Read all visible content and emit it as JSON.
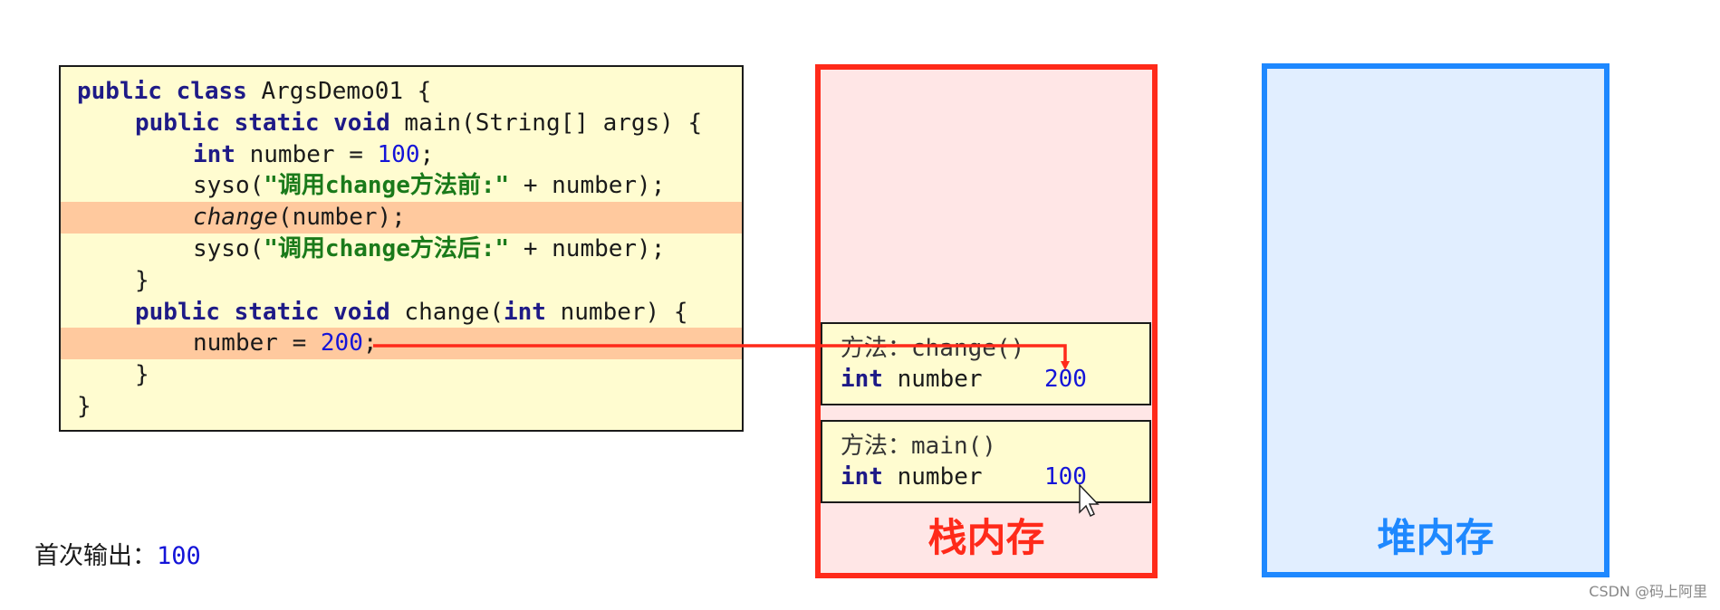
{
  "code": {
    "lines": [
      {
        "segs": [
          [
            "kw",
            "public class "
          ],
          [
            "t",
            "ArgsDemo01 {"
          ]
        ],
        "indent": 0,
        "hl": false
      },
      {
        "segs": [
          [
            "kw",
            "public static void "
          ],
          [
            "t",
            "main(String[] args) {"
          ]
        ],
        "indent": 1,
        "hl": false
      },
      {
        "segs": [
          [
            "kw",
            "int "
          ],
          [
            "t",
            "number = "
          ],
          [
            "num",
            "100"
          ],
          [
            "t",
            ";"
          ]
        ],
        "indent": 2,
        "hl": false
      },
      {
        "segs": [
          [
            "t",
            "syso("
          ],
          [
            "str",
            "\"调用change方法前:\""
          ],
          [
            "t",
            " + number);"
          ]
        ],
        "indent": 2,
        "hl": false
      },
      {
        "segs": [
          [
            "it",
            "change"
          ],
          [
            "t",
            "(number);"
          ]
        ],
        "indent": 2,
        "hl": true
      },
      {
        "segs": [
          [
            "t",
            "syso("
          ],
          [
            "str",
            "\"调用change方法后:\""
          ],
          [
            "t",
            " + number);"
          ]
        ],
        "indent": 2,
        "hl": false
      },
      {
        "segs": [
          [
            "t",
            "}"
          ]
        ],
        "indent": 1,
        "hl": false
      },
      {
        "segs": [
          [
            "kw",
            "public static void "
          ],
          [
            "t",
            "change("
          ],
          [
            "kw",
            "int"
          ],
          [
            "t",
            " number) {"
          ]
        ],
        "indent": 1,
        "hl": false
      },
      {
        "segs": [
          [
            "t",
            "number = "
          ],
          [
            "num",
            "200"
          ],
          [
            "t",
            ";"
          ]
        ],
        "indent": 2,
        "hl": true
      },
      {
        "segs": [
          [
            "t",
            "}"
          ]
        ],
        "indent": 1,
        "hl": false
      },
      {
        "segs": [
          [
            "t",
            "}"
          ]
        ],
        "indent": 0,
        "hl": false
      }
    ]
  },
  "output": {
    "label": "首次输出：",
    "value": "100"
  },
  "stack": {
    "title": "栈内存",
    "frames": [
      {
        "method": "方法：change()",
        "var_type": "int",
        "var_name": " number",
        "value": "200"
      },
      {
        "method": "方法：main()",
        "var_type": "int",
        "var_name": " number",
        "value": "100"
      }
    ]
  },
  "heap": {
    "title": "堆内存"
  },
  "watermark": "CSDN @码上阿里",
  "colors": {
    "stack_border": "#ff2a1a",
    "heap_border": "#1e88ff",
    "arrow": "#ff2a1a"
  }
}
